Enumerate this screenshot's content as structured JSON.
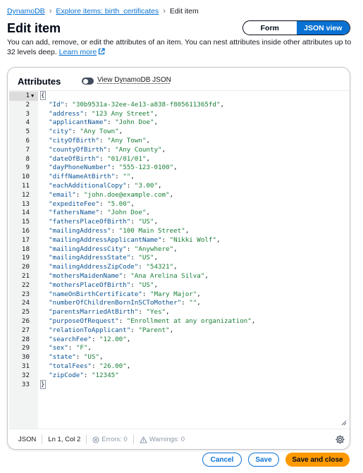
{
  "breadcrumb": {
    "items": [
      "DynamoDB",
      "Explore items: birth_certificates"
    ],
    "current": "Edit item"
  },
  "page": {
    "title": "Edit item",
    "description": "You can add, remove, or edit the attributes of an item. You can nest attributes inside other attributes up to 32 levels deep.",
    "learn_more": "Learn more"
  },
  "view_toggle": {
    "options": [
      "Form",
      "JSON view"
    ],
    "selected": "JSON view"
  },
  "attributes": {
    "title": "Attributes",
    "toggle_label": "View DynamoDB JSON",
    "toggle_on": false
  },
  "editor": {
    "open_brace": "{",
    "close_brace": "}",
    "lines": [
      {
        "key": "Id",
        "value": "30b9531a-32ee-4e13-a838-f805611365fd"
      },
      {
        "key": "address",
        "value": "123 Any Street"
      },
      {
        "key": "applicantName",
        "value": "John Doe"
      },
      {
        "key": "city",
        "value": "Any Town"
      },
      {
        "key": "cityOfBirth",
        "value": "Any Town"
      },
      {
        "key": "countyOfBirth",
        "value": "Any County"
      },
      {
        "key": "dateOfBirth",
        "value": "01/01/01"
      },
      {
        "key": "dayPhoneNumber",
        "value": "555-123-0100"
      },
      {
        "key": "diffNameAtBirth",
        "value": ""
      },
      {
        "key": "eachAdditionalCopy",
        "value": "3.00"
      },
      {
        "key": "email",
        "value": "john.doe@example.com"
      },
      {
        "key": "expediteFee",
        "value": "5.00"
      },
      {
        "key": "fathersName",
        "value": "John Doe"
      },
      {
        "key": "fathersPlaceOfBirth",
        "value": "US"
      },
      {
        "key": "mailingAddress",
        "value": "100 Main Street"
      },
      {
        "key": "mailingAddressApplicantName",
        "value": "Nikki Wolf"
      },
      {
        "key": "mailingAddressCity",
        "value": "Anywhere"
      },
      {
        "key": "mailingAddressState",
        "value": "US"
      },
      {
        "key": "mailingAddressZipCode",
        "value": "54321"
      },
      {
        "key": "mothersMaidenName",
        "value": "Ana Arelina Silva"
      },
      {
        "key": "mothersPlaceOfBirth",
        "value": "US"
      },
      {
        "key": "nameOnBirthCertificate",
        "value": "Mary Major"
      },
      {
        "key": "numberOfChildrenBornInSCToMother",
        "value": ""
      },
      {
        "key": "parentsMarriedAtBirth",
        "value": "Yes"
      },
      {
        "key": "purposeOfRequest",
        "value": "Enrollment at any organization"
      },
      {
        "key": "relationToApplicant",
        "value": "Parent"
      },
      {
        "key": "searchFee",
        "value": "12.00"
      },
      {
        "key": "sex",
        "value": "F"
      },
      {
        "key": "state",
        "value": "US"
      },
      {
        "key": "totalFees",
        "value": "26.00"
      },
      {
        "key": "zipCode",
        "value": "12345"
      }
    ]
  },
  "status": {
    "mode": "JSON",
    "position": "Ln 1, Col 2",
    "errors": "Errors: 0",
    "warnings": "Warnings: 0"
  },
  "actions": {
    "cancel": "Cancel",
    "save": "Save",
    "save_close": "Save and close"
  },
  "colors": {
    "accent": "#0972d3",
    "primary_button": "#ff9900",
    "json_key": "#0b5394",
    "json_string": "#1a7f37"
  }
}
